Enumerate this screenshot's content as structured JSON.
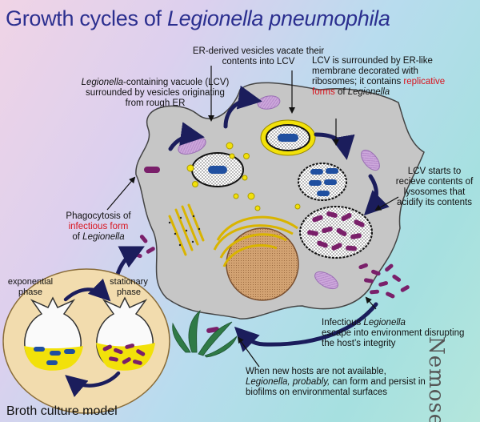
{
  "title": {
    "prefix": "Growth cycles of ",
    "organism": "Legionella pneumophila"
  },
  "labels": {
    "lcv_formation": {
      "organism": "Legionella",
      "rest": "-containing vacuole (LCV) surrounded by vesicles originating from rough ER"
    },
    "er_vesicles": "ER-derived vesicles vacate their contents into LCV",
    "lcv_ribosomes": {
      "pre": "LCV is surrounded by ER-like membrane decorated with ribosomes; it contains ",
      "highlight": "replicative forms",
      "mid": " of ",
      "organism": "Legionella"
    },
    "lysosomes": "LCV starts to recieve contents of lysosomes that acidify its contents",
    "phagocytosis": {
      "pre": "Phagocytosis of",
      "highlight": "infectious form",
      "mid": "of ",
      "organism": "Legionella"
    },
    "escape": {
      "pre": "Infectious ",
      "organism": "Legionella",
      "rest": "escape into environment disrupting the host’s integrity"
    },
    "biofilm": {
      "pre": "When new hosts are not available, ",
      "organism": "Legionella, probably,",
      "rest": " can form and persist in biofilms on environmental surfaces"
    },
    "exponential_phase": "exponential phase",
    "stationary_phase": "stationary phase",
    "broth_model": "Broth culture model"
  },
  "watermark": "Nemose",
  "colors": {
    "title": "#2b2f8f",
    "highlight": "#d8141e",
    "cell_fill": "#c7c7c7",
    "bacteria_blue": "#1f4fa0",
    "bacteria_purple": "#7a1f6a",
    "vesicle_yellow": "#f2e10a",
    "arrow": "#1b1d5c",
    "broth_bg": "#f2dcae"
  }
}
